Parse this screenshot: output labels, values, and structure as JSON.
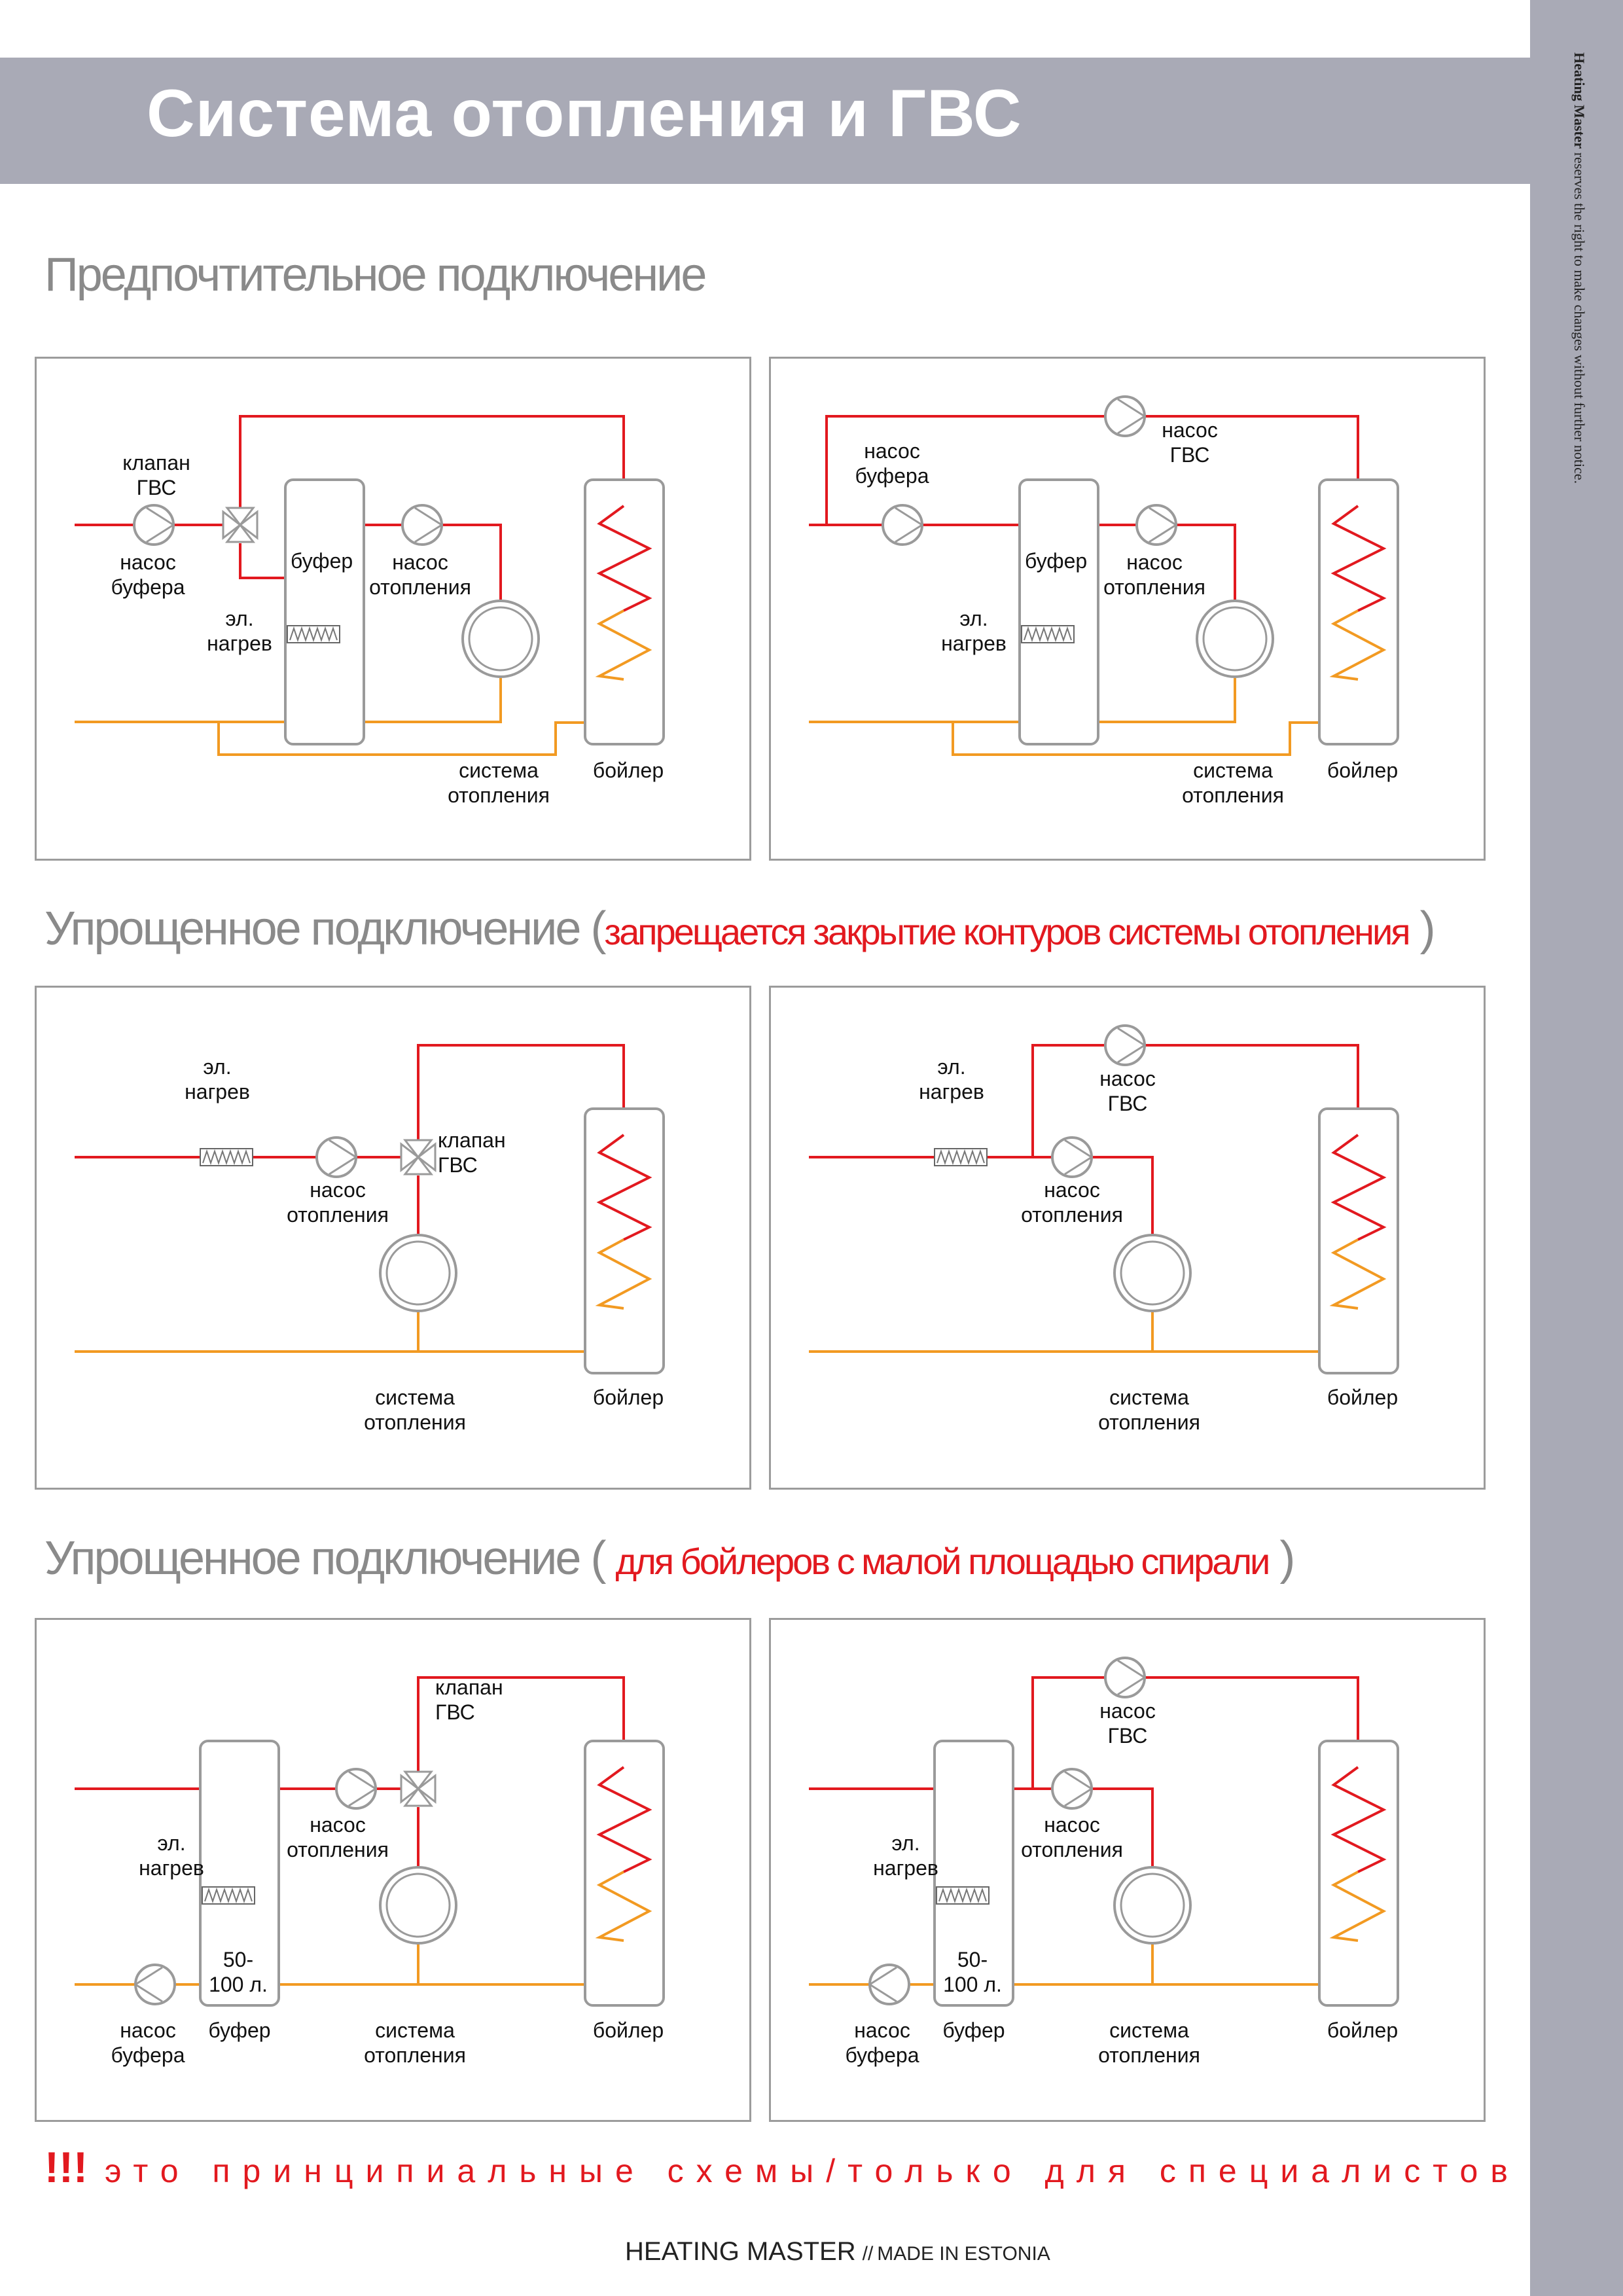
{
  "header": {
    "title": "Система отопления и ГВС"
  },
  "side_note": {
    "brand": "Heating Master",
    "text": "reserves the right to make changes without further notice."
  },
  "sections": [
    {
      "title": "Предпочтительное подключение",
      "note": ""
    },
    {
      "title": "Упрощенное подключение (",
      "note": "запрещается закрытие контуров системы отопления",
      "close": " )"
    },
    {
      "title": "Упрощенное подключение ( ",
      "note": "для бойлеров с малой площадью  спирали",
      "close": " )"
    }
  ],
  "labels": {
    "valve_dhw": [
      "клапан",
      "ГВС"
    ],
    "pump_buffer": [
      "насос",
      "буфера"
    ],
    "pump_heating": [
      "насос",
      "отопления"
    ],
    "pump_dhw": [
      "насос",
      "ГВС"
    ],
    "el_heat": [
      "эл.",
      "нагрев"
    ],
    "buffer": "буфер",
    "buffer_volume": [
      "50-",
      "100 л."
    ],
    "heating_system": [
      "система",
      "отопления"
    ],
    "boiler": "бойлер"
  },
  "colors": {
    "hot_pipe": "#e2191f",
    "return_pipe": "#f29a22",
    "outline": "#9a9a9a",
    "banner": "#a9aab6",
    "section_title": "#8a8a8a",
    "warning": "#e2191f"
  },
  "warning": {
    "marks": "!!!",
    "text": "это принципиальные схемы/только для специалистов"
  },
  "footer": {
    "brand": "HEATING MASTER",
    "separator": "//",
    "origin": "MADE IN ESTONIA"
  }
}
